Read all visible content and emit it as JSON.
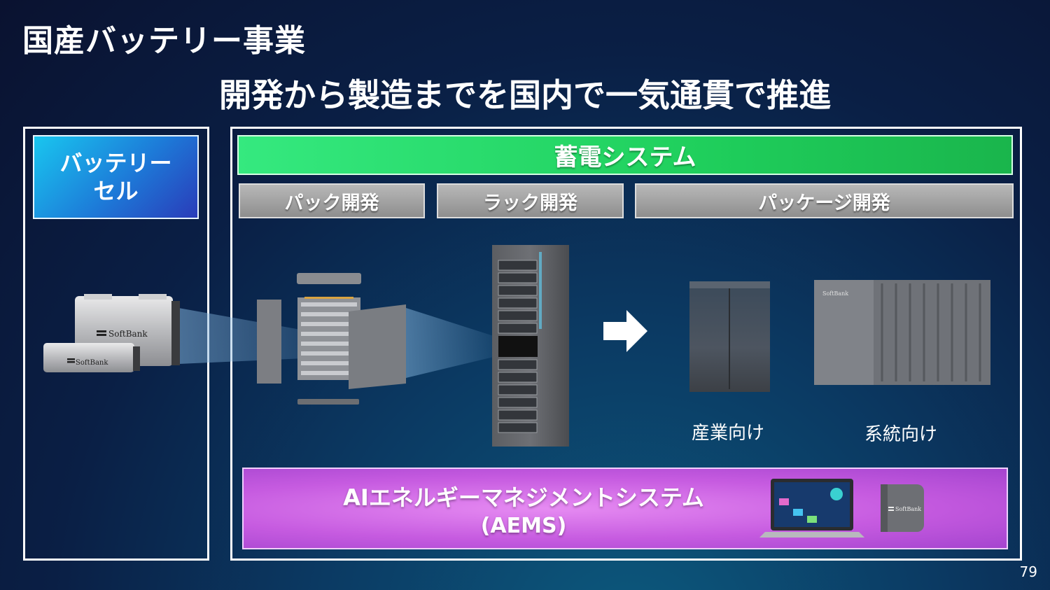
{
  "slide": {
    "title": "国産バッテリー事業",
    "subtitle": "開発から製造までを国内で一気通貫で推進",
    "page_number": "79"
  },
  "battery_cell": {
    "label": "バッテリー\nセル",
    "brand": "SoftBank"
  },
  "storage_system": {
    "label": "蓄電システム",
    "stages": [
      "パック開発",
      "ラック開発",
      "パッケージ開発"
    ],
    "captions": [
      "産業向け",
      "系統向け"
    ]
  },
  "aems": {
    "title": "AIエネルギーマネジメントシステム",
    "subtitle": "(AEMS)"
  },
  "icons": [
    "arrow-right-icon"
  ]
}
